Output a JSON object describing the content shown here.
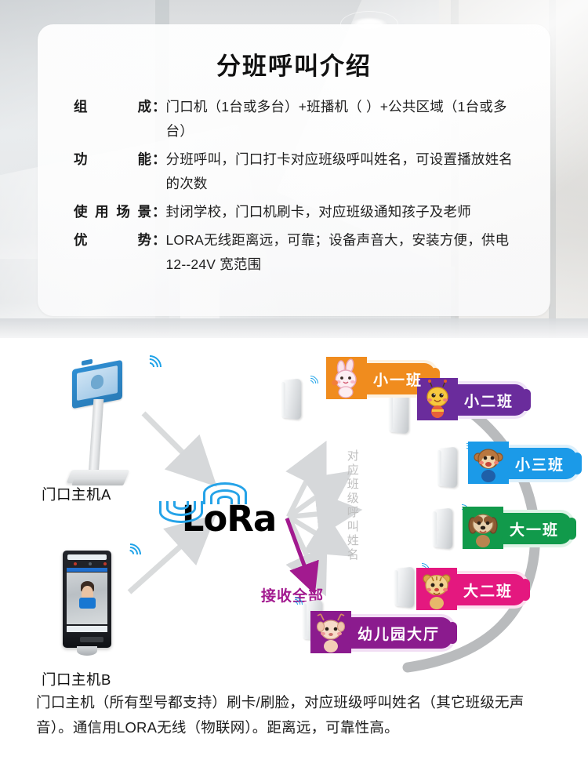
{
  "banner": {
    "title": "分班呼叫介绍",
    "specs": [
      {
        "key": "组成",
        "value": "门口机（1台或多台）+班播机（ ）+公共区域（1台或多台）"
      },
      {
        "key": "功能",
        "value": "分班呼叫，门口打卡对应班级呼叫姓名，可设置播放姓名的次数"
      },
      {
        "key": "使用场景",
        "value": "封闭学校，门口机刷卡，对应班级通知孩子及老师"
      },
      {
        "key": "优势",
        "value": "LORA无线距离远，可靠；设备声音大，安装方便，供电12--24V 宽范围"
      }
    ],
    "colon": "："
  },
  "diagram": {
    "device_a_label": "门口主机A",
    "device_b_label": "门口主机B",
    "lora_logo": "LoRa",
    "vertical_note": "对应班级呼叫姓名",
    "receive_all": "接收全部",
    "receive_all_color": "#a21a8f",
    "arc_color": "#b6b8ba",
    "arrow_color": "#d9dbdc",
    "wifi_color": "#1ea2e8",
    "classes": [
      {
        "label": "小一班",
        "color": "#f08c1e",
        "mascot": "rabbit-mascot"
      },
      {
        "label": "小二班",
        "color": "#6a2c9c",
        "mascot": "bee-mascot"
      },
      {
        "label": "小三班",
        "color": "#1b9ae8",
        "mascot": "monkey-mascot"
      },
      {
        "label": "大一班",
        "color": "#119a4b",
        "mascot": "dog-mascot"
      },
      {
        "label": "大二班",
        "color": "#e4187f",
        "mascot": "tiger-mascot"
      },
      {
        "label": "幼儿园大厅",
        "color": "#8b1b8e",
        "mascot": "deer-mascot"
      }
    ]
  },
  "caption": "门口主机（所有型号都支持）刷卡/刷脸，对应班级呼叫姓名（其它班级无声音）。通信用LORA无线（物联网）。距离远，可靠性高。"
}
